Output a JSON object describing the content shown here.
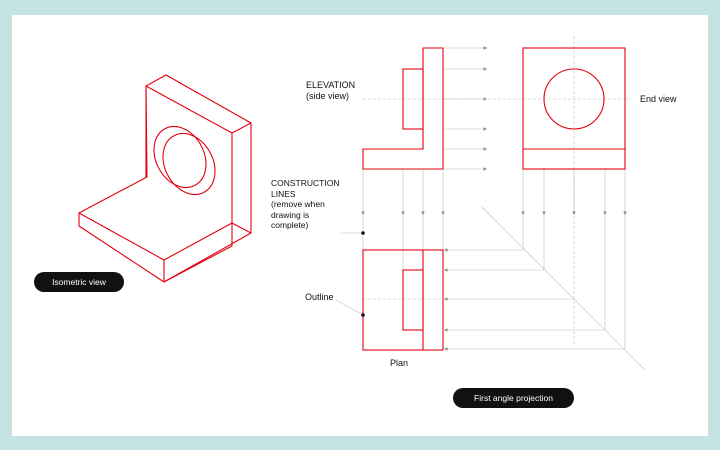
{
  "labels": {
    "elevation_title": "ELEVATION",
    "elevation_sub": "(side view)",
    "end_view": "End view",
    "construction_lines": "CONSTRUCTION",
    "construction_lines2": "LINES",
    "construction_note1": "(remove when",
    "construction_note2": "drawing is",
    "construction_note3": "complete)",
    "outline": "Outline",
    "plan": "Plan"
  },
  "badges": {
    "isometric": "Isometric view",
    "projection": "First angle projection"
  },
  "colors": {
    "background": "#c5e3e3",
    "card": "#ffffff",
    "outline": "#e3000f",
    "construction": "#b8b8b8",
    "badge": "#111111"
  }
}
